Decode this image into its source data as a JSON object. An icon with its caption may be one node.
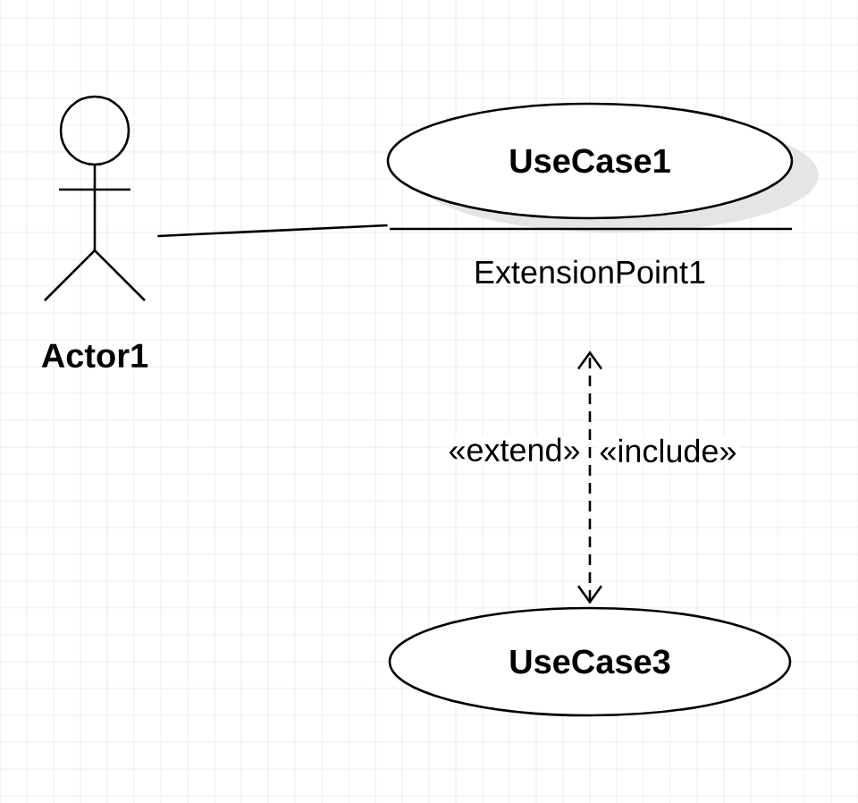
{
  "diagram": {
    "nodes": [
      {
        "text": [
          "Actor1"
        ]
      },
      {
        "text": [
          "UseCase1",
          "ExtensionPoint1"
        ]
      },
      {
        "text": [
          "UseCase3"
        ]
      }
    ],
    "edges": [
      {
        "from": 0,
        "to": 1,
        "arrow": "none"
      },
      {
        "from": 2,
        "to": 1,
        "arrow": "both",
        "style": "dashed",
        "label": "«extend»"
      }
    ],
    "labels": [
      "«include»"
    ]
  }
}
